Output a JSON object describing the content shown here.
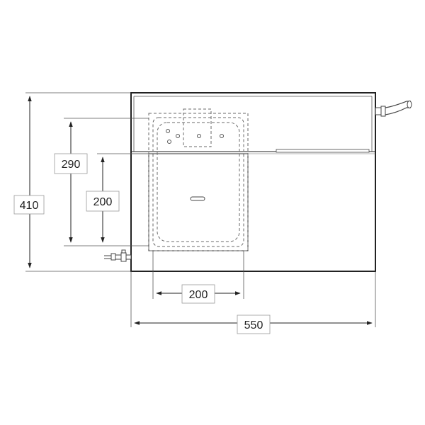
{
  "dimensions": {
    "total_height": "410",
    "sink_depth": "290",
    "inner_depth": "200",
    "sink_width": "200",
    "total_width": "550"
  },
  "colors": {
    "line": "#222222",
    "dashed": "#6a6a6a",
    "leader": "#555555",
    "background": "#ffffff"
  }
}
